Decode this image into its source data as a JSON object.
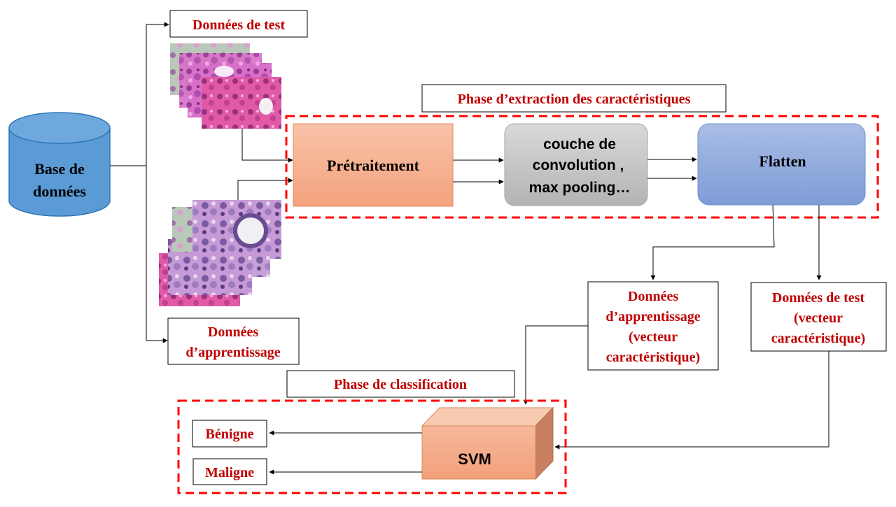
{
  "database": {
    "line1": "Base de",
    "line2": "données"
  },
  "test_data_label": "Données de test",
  "train_data_label": {
    "line1": "Données",
    "line2": "d’apprentissage"
  },
  "extraction_phase_label": "Phase d’extraction des caractéristiques",
  "preprocessing_label": "Prétraitement",
  "conv_block": {
    "line1": "couche de",
    "line2": "convolution ,",
    "line3": "max pooling…"
  },
  "flatten_label": "Flatten",
  "train_vector_label": {
    "line1": "Données",
    "line2": "d’apprentissage",
    "line3": "(vecteur",
    "line4": "caractéristique)"
  },
  "test_vector_label": {
    "line1": "Données de test",
    "line2": "(vecteur",
    "line3": "caractéristique)"
  },
  "classification_phase_label": "Phase de classification",
  "svm_label": "SVM",
  "outputs": {
    "benign": "Bénigne",
    "malignant": "Maligne"
  },
  "colors": {
    "database_fill": "#5b9bd5",
    "label_red": "#c00000",
    "dashed_border": "#ff0000",
    "preprocess_fill": "#f4a582",
    "conv_fill": "#bfbfbf",
    "flatten_fill": "#8faadc",
    "svm_fill": "#f4b183"
  },
  "icons": [
    "histology-image-stack-test",
    "histology-image-stack-train",
    "database-cylinder-icon"
  ]
}
